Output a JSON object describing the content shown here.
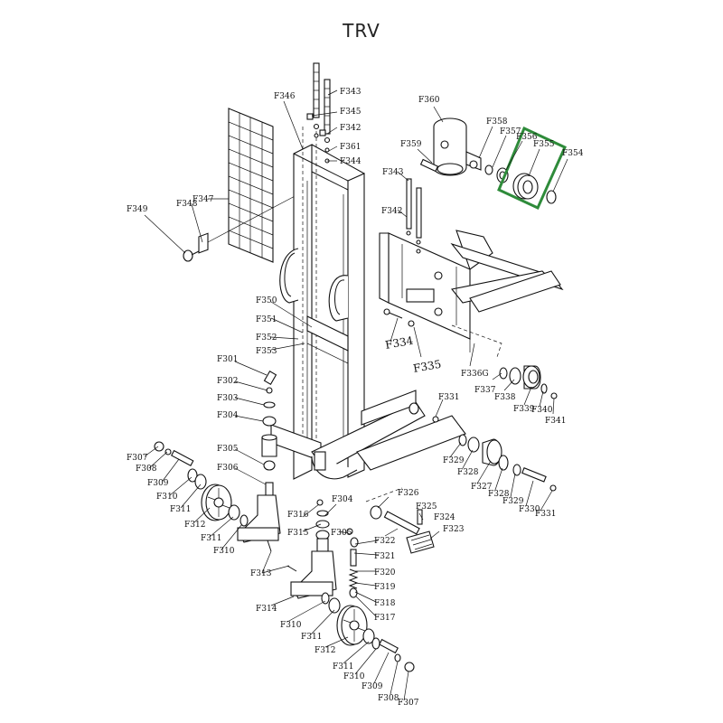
{
  "title": "TRV",
  "highlight": {
    "part": "F355",
    "color": "#2e8b3a"
  },
  "labels": {
    "F301": "F301",
    "F302": "F302",
    "F303": "F303",
    "F304": "F304",
    "F305": "F305",
    "F306": "F306",
    "F307": "F307",
    "F308": "F308",
    "F309": "F309",
    "F310": "F310",
    "F311": "F311",
    "F312": "F312",
    "F313": "F313",
    "F314": "F314",
    "F315": "F315",
    "F316": "F316",
    "F317": "F317",
    "F318": "F318",
    "F319": "F319",
    "F320": "F320",
    "F321": "F321",
    "F322": "F322",
    "F323": "F323",
    "F324": "F324",
    "F325": "F325",
    "F326": "F326",
    "F327": "F327",
    "F328": "F328",
    "F329": "F329",
    "F330": "F330",
    "F331": "F331",
    "F334": "F334",
    "F335": "F335",
    "F336G": "F336G",
    "F337": "F337",
    "F338": "F338",
    "F339": "F339",
    "F340": "F340",
    "F341": "F341",
    "F342": "F342",
    "F343": "F343",
    "F344": "F344",
    "F345": "F345",
    "F346": "F346",
    "F347": "F347",
    "F348": "F348",
    "F349": "F349",
    "F350": "F350",
    "F351": "F351",
    "F352": "F352",
    "F353": "F353",
    "F354": "F354",
    "F355": "F355",
    "F356": "F356",
    "F357": "F357",
    "F358": "F358",
    "F359": "F359",
    "F360": "F360",
    "F361": "F361"
  }
}
